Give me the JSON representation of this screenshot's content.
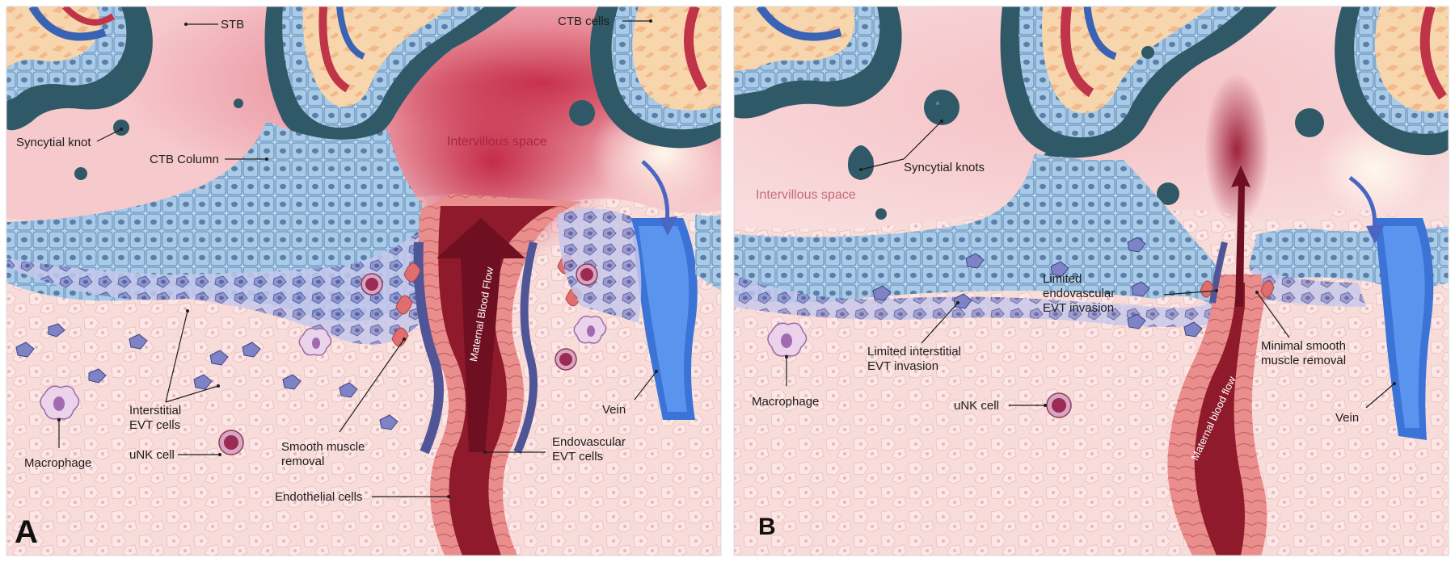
{
  "panels": [
    {
      "letter": "A",
      "labels": {
        "stb": "STB",
        "ctb_cells": "CTB cells",
        "syncytial_knot": "Syncytial knot",
        "ctb_column": "CTB Column",
        "intervillous_space": "Intervillous space",
        "maternal_blood_flow": "Maternal Blood Flow",
        "interstitial_evt_1": "Interstitial",
        "interstitial_evt_2": "EVT cells",
        "macrophage": "Macrophage",
        "unk_cell": "uNK cell",
        "smooth_muscle_1": "Smooth muscle",
        "smooth_muscle_2": "removal",
        "endothelial_cells": "Endothelial cells",
        "endovascular_1": "Endovascular",
        "endovascular_2": "EVT cells",
        "vein": "Vein"
      }
    },
    {
      "letter": "B",
      "labels": {
        "syncytial_knots": "Syncytial knots",
        "intervillous_space": "Intervillous space",
        "limited_endo_1": "Limited",
        "limited_endo_2": "endovascular",
        "limited_endo_3": "EVT invasion",
        "limited_inter_1": "Limited interstitial",
        "limited_inter_2": "EVT invasion",
        "minimal_sm_1": "Minimal smooth",
        "minimal_sm_2": "muscle removal",
        "macrophage": "Macrophage",
        "unk_cell": "uNK cell",
        "maternal_blood_flow": "Maternal blood flow",
        "vein": "Vein"
      }
    }
  ],
  "colors": {
    "decidua": "#f7d8d6",
    "intervillous": "#f1b8bd",
    "stb": "#2f5966",
    "ctb": "#a9cbe8",
    "villus_core": "#f6d3a8",
    "blood": "#8e1a2c",
    "artery_wall": "#e98e8c",
    "evt": "#7d83c4",
    "vein": "#3b74d6"
  }
}
